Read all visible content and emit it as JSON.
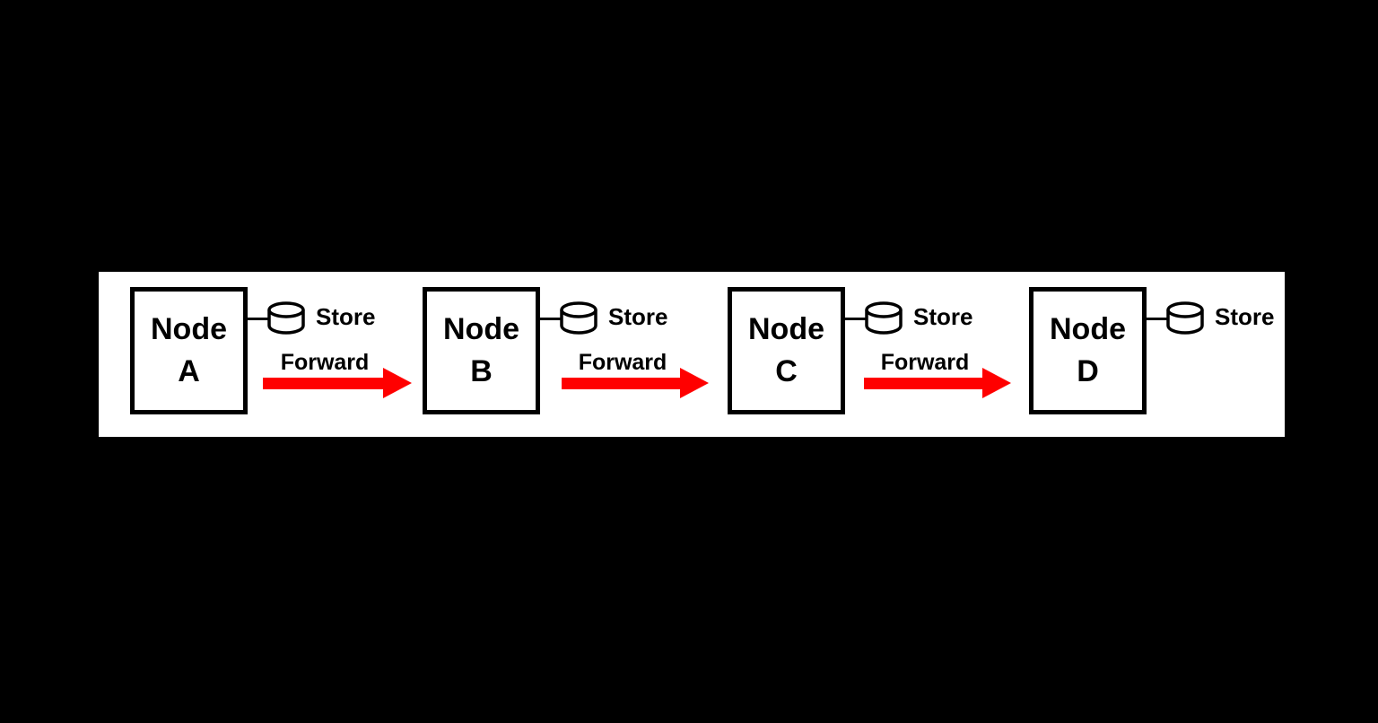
{
  "diagram": {
    "type": "store-and-forward chain",
    "colors": {
      "background": "#000000",
      "band": "#ffffff",
      "arrow": "#ff0000",
      "outline": "#000000",
      "text": "#000000"
    },
    "nodes": [
      {
        "name": "Node",
        "letter": "A",
        "store": "Store"
      },
      {
        "name": "Node",
        "letter": "B",
        "store": "Store"
      },
      {
        "name": "Node",
        "letter": "C",
        "store": "Store"
      },
      {
        "name": "Node",
        "letter": "D",
        "store": "Store"
      }
    ],
    "links": [
      {
        "label": "Forward",
        "from": "A",
        "to": "B"
      },
      {
        "label": "Forward",
        "from": "B",
        "to": "C"
      },
      {
        "label": "Forward",
        "from": "C",
        "to": "D"
      }
    ]
  }
}
